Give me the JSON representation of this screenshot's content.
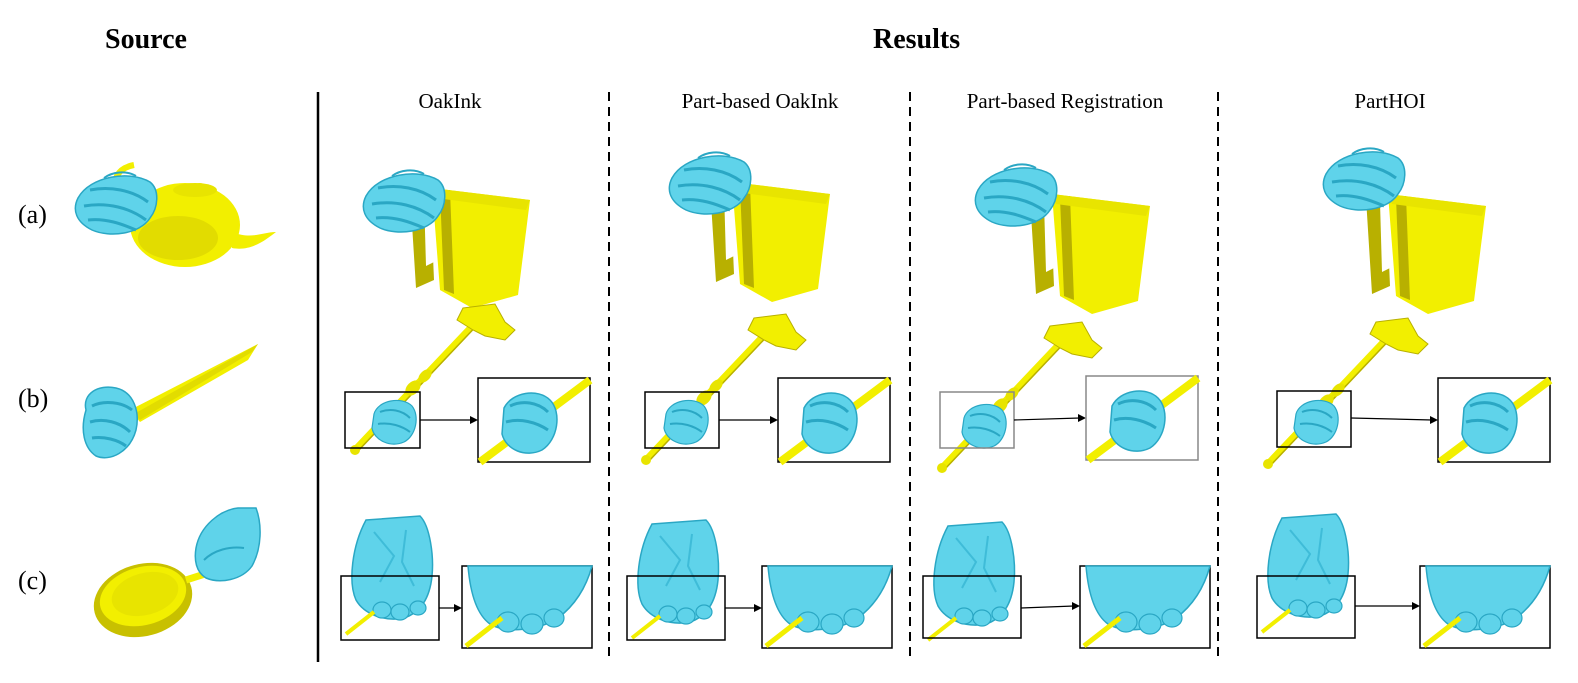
{
  "headers": {
    "source": "Source",
    "results": "Results"
  },
  "methods": [
    "OakInk",
    "Part-based OakInk",
    "Part-based Registration",
    "PartHOI"
  ],
  "rows": [
    "(a)",
    "(b)",
    "(c)"
  ],
  "colors": {
    "hand": "#5fd3ea",
    "hand_dark": "#2aa7c4",
    "object": "#f2ef00",
    "object_dark": "#b8b000"
  }
}
